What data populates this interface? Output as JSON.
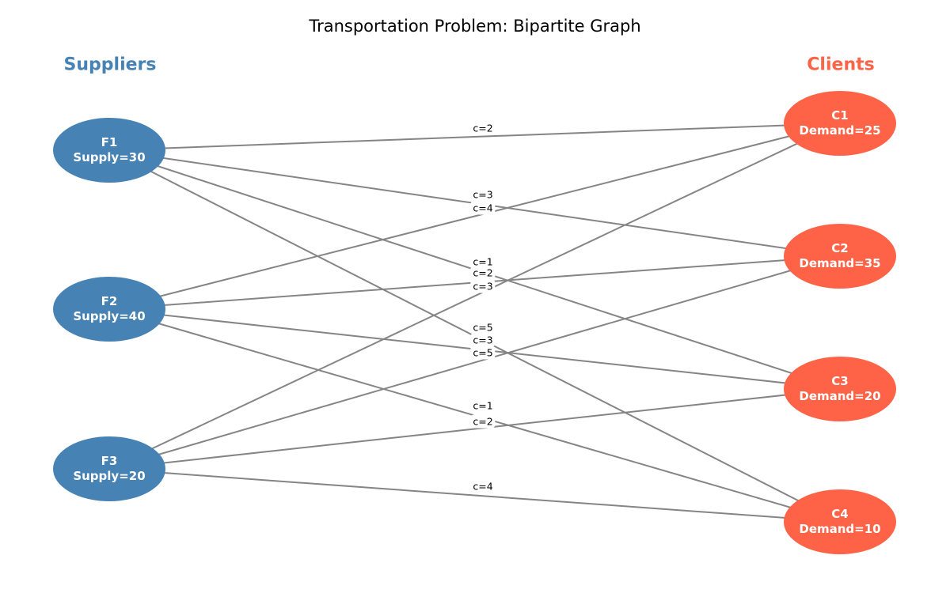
{
  "title": "Transportation Problem: Bipartite Graph",
  "columns": {
    "suppliers_header": "Suppliers",
    "clients_header": "Clients"
  },
  "colors": {
    "background": "#ffffff",
    "supplier_fill": "#4682B4",
    "client_fill": "#FF6347",
    "edge_stroke": "#858585",
    "node_text": "#ffffff",
    "edge_label_text": "#000000"
  },
  "suppliers": [
    {
      "id": "F1",
      "detail": "Supply=30",
      "supply": 30
    },
    {
      "id": "F2",
      "detail": "Supply=40",
      "supply": 40
    },
    {
      "id": "F3",
      "detail": "Supply=20",
      "supply": 20
    }
  ],
  "clients": [
    {
      "id": "C1",
      "detail": "Demand=25",
      "demand": 25
    },
    {
      "id": "C2",
      "detail": "Demand=35",
      "demand": 35
    },
    {
      "id": "C3",
      "detail": "Demand=20",
      "demand": 20
    },
    {
      "id": "C4",
      "detail": "Demand=10",
      "demand": 10
    }
  ],
  "edges": [
    {
      "from": "F1",
      "to": "C1",
      "cost": 2,
      "label": "c=2"
    },
    {
      "from": "F1",
      "to": "C2",
      "cost": 3,
      "label": "c=3"
    },
    {
      "from": "F1",
      "to": "C3",
      "cost": 1,
      "label": "c=1"
    },
    {
      "from": "F1",
      "to": "C4",
      "cost": 5,
      "label": "c=5"
    },
    {
      "from": "F2",
      "to": "C1",
      "cost": 4,
      "label": "c=4"
    },
    {
      "from": "F2",
      "to": "C2",
      "cost": 2,
      "label": "c=2"
    },
    {
      "from": "F2",
      "to": "C3",
      "cost": 3,
      "label": "c=3"
    },
    {
      "from": "F2",
      "to": "C4",
      "cost": 1,
      "label": "c=1"
    },
    {
      "from": "F3",
      "to": "C1",
      "cost": 3,
      "label": "c=3"
    },
    {
      "from": "F3",
      "to": "C2",
      "cost": 5,
      "label": "c=5"
    },
    {
      "from": "F3",
      "to": "C3",
      "cost": 2,
      "label": "c=2"
    },
    {
      "from": "F3",
      "to": "C4",
      "cost": 4,
      "label": "c=4"
    }
  ]
}
